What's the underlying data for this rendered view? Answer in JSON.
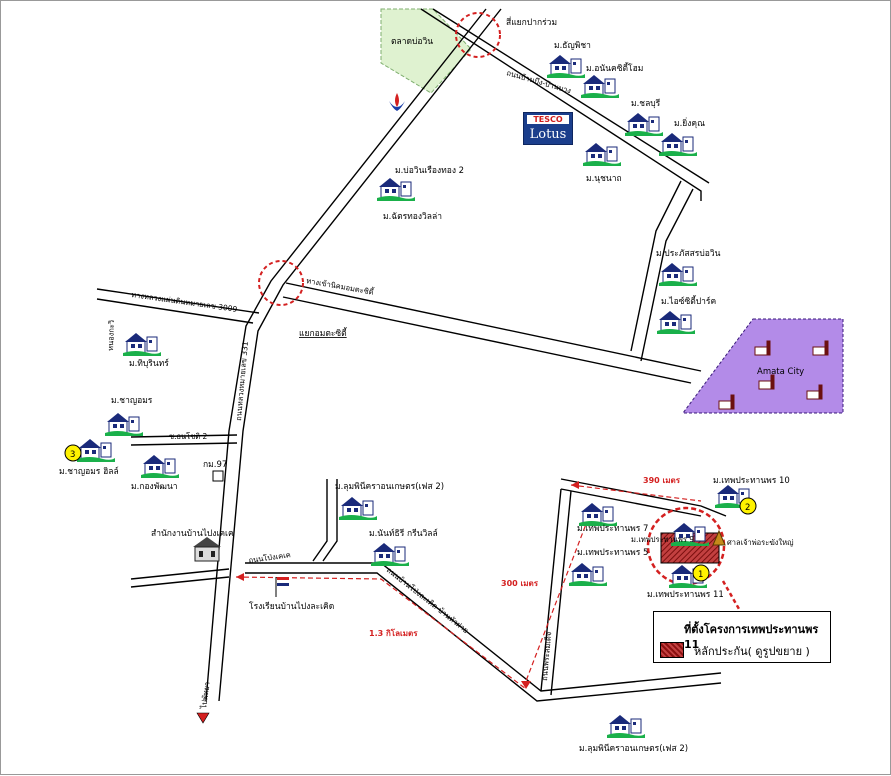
{
  "title": "ที่ตั้งโครงการเทพประทานพร 11",
  "legend_item": "หลักประกัน( ดูรูปขยาย )",
  "tesco": {
    "top": "TESCO",
    "bottom": "Lotus"
  },
  "places": {
    "market": "ตลาดบ่อวิน",
    "junction": "สี่แยกปากร่วม",
    "tanya": "ม.ธัญพิชา",
    "anan": "ม.อนันคซิตี้โฮม",
    "chonburi": "ม.ชลบุรี",
    "ying": "ม.ยิ่งคุณ",
    "nuchanat": "ม.นุชนาถ",
    "borwin_thong": "ม.บ่อวินเรืองทอง 2",
    "chatthong": "ม.ฉัตรทองวิลล่า",
    "prasat": "ม.ประภัสสรบ่อวิน",
    "icity": "ม.ไอซ์ซิตี้ปาร์ค",
    "amata": "Amata City",
    "yaek": "แยกอมตะซิตี้",
    "thiburin": "ม.ทิบุรินทร์",
    "chalu": "ม.ชาญอมร",
    "chalu_hills": "ม.ชาญอมร ฮิลล์",
    "kongpatana": "ม.กองพัฒนา",
    "km97": "กม.97",
    "office": "สำนักงานบ้านไปงเคเค",
    "school": "โรงเรียนบ้านไปงละเคิด",
    "lulu2": "ม.ลุมพินีคราอนเกษตร(เฟส 2)",
    "nanthiri": "ม.นันท์ธิรี กรีนวิลล์",
    "thep7": "ม.เทพประทานพร 7",
    "thep5": "ม.เทพประทานพร 5",
    "thep9": "ม.เทพประทานพร 9",
    "thep10": "ม.เทพประทานพร 10",
    "thep11": "ม.เทพประทานพร 11",
    "temple": "ศาลเจ้าพ่อระฆังใหญ่",
    "lulu_bottom": "ม.ลุมพินีคราอนเกษตร(เฟส 2)",
    "n1": "1",
    "n2": "2",
    "n3": "3"
  },
  "roads": {
    "ban_bueng": "ถนนบ้านบึง-บ้านบาง",
    "kanchanaphisek": "ทางเข้านิคมอมตะซิตี้",
    "highway": "ทางหลวงแผ่นดินหมายเลข 3009",
    "main": "ถนนหลวงหมายเลข 331",
    "nong": "หนองกะวิ",
    "soi2": "ซ.ธนโชติ 2",
    "pong": "ถนนโป่งเคเค",
    "thep_rd": "ถนนบ้านโป่งละเคิด-บ้านหัวฝาย",
    "side": "ถนนพระสมเด็จ",
    "bottom_arrow": "ไปพัทยา"
  },
  "distances": {
    "d390": "390 เมตร",
    "d300": "300 เมตร",
    "d13": "1.3 กิโลเมตร"
  },
  "colors": {
    "accent_red": "#d42020",
    "amata_fill": "#b38be8",
    "park_fill": "#dff2d0",
    "road": "#000000"
  }
}
